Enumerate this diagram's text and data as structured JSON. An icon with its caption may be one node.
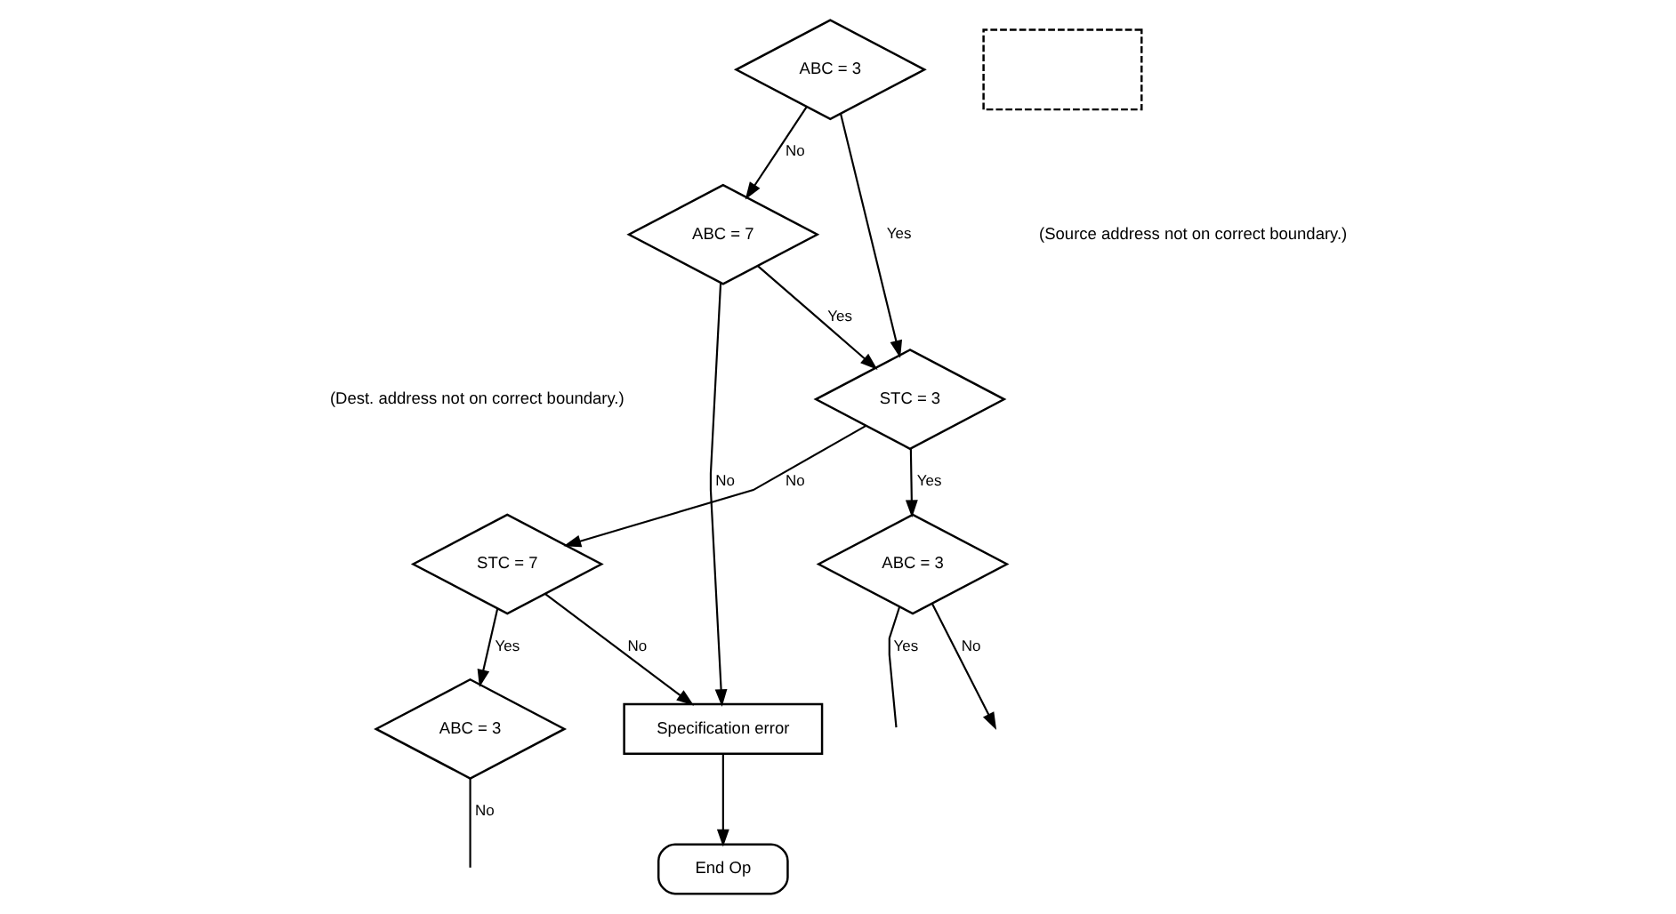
{
  "diagram": {
    "nodes": [
      {
        "text": [
          "ABC = 3"
        ]
      },
      {
        "text": [
          "ABC = 7"
        ]
      },
      {
        "text": [
          "STC = 3"
        ]
      },
      {
        "text": [
          "STC = 7"
        ]
      },
      {
        "text": [
          "ABC = 3"
        ]
      },
      {
        "text": [
          "ABC = 3"
        ]
      },
      {
        "text": [
          "Specification error"
        ]
      },
      {
        "text": [
          "End Op"
        ]
      },
      {
        "text": [],
        "shape": "box"
      }
    ],
    "edges": [
      {
        "from": 0,
        "to": 1,
        "arrow": "to",
        "label": "No"
      },
      {
        "from": 0,
        "to": 2,
        "arrow": "to",
        "label": "Yes"
      },
      {
        "from": 1,
        "to": 2,
        "arrow": "to",
        "label": "Yes"
      },
      {
        "from": 1,
        "to": 6,
        "arrow": "to",
        "label": "No"
      },
      {
        "from": 2,
        "to": 3,
        "arrow": "to",
        "label": "No"
      },
      {
        "from": 2,
        "to": 4,
        "arrow": "to",
        "label": "Yes"
      },
      {
        "from": 3,
        "to": 6,
        "arrow": "to",
        "label": "No"
      },
      {
        "from": 3,
        "to": 5,
        "arrow": "to",
        "label": "Yes"
      },
      {
        "from": 6,
        "to": 7,
        "arrow": "to"
      },
      {
        "from": 4,
        "to": null,
        "arrow": "to",
        "label": "No"
      },
      {
        "from": 4,
        "to": null,
        "arrow": "none",
        "label": "Yes"
      },
      {
        "from": 5,
        "to": null,
        "arrow": "none",
        "label": "No"
      }
    ],
    "labels": [
      "(Source address not on correct boundary.)",
      "(Dest. address not on correct boundary.)"
    ]
  }
}
